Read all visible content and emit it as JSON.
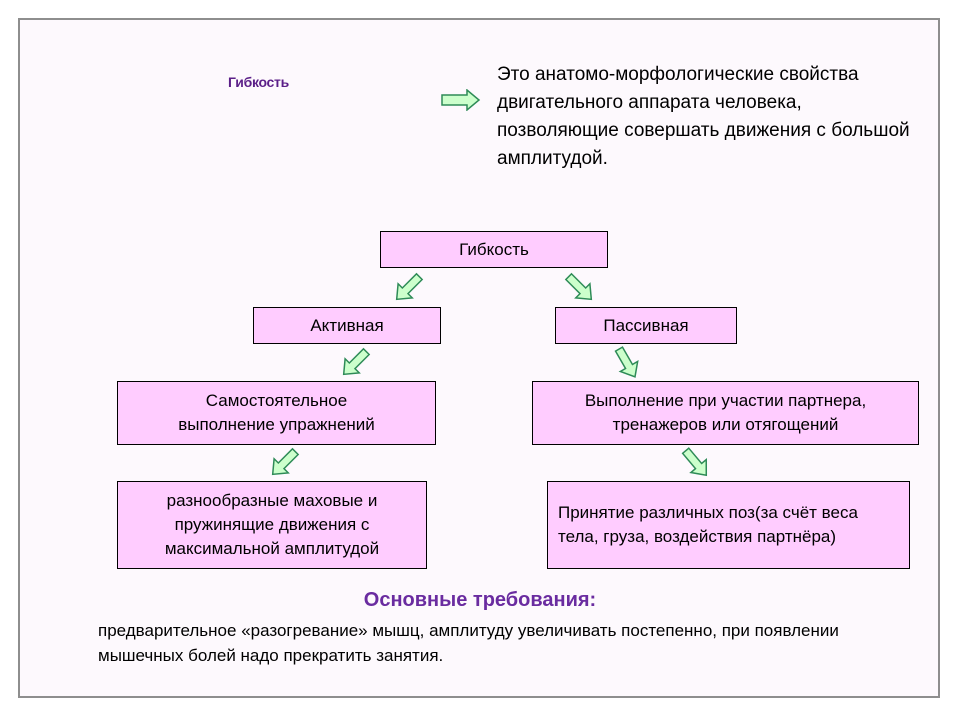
{
  "heading": "Гибкость",
  "definition": "Это анатомо-морфологические свойства двигательного аппарата человека, позволяющие совершать движения с большой амплитудой.",
  "diagram": {
    "root": "Гибкость",
    "active": "Активная",
    "passive": "Пассивная",
    "active_desc": "Самостоятельное выполнение упражнений",
    "passive_desc": "Выполнение при участии партнера, тренажеров или отягощений",
    "active_example": "разнообразные маховые и пружинящие движения с максимальной амплитудой",
    "passive_example": "Принятие различных поз(за счёт веса тела, груза, воздействия партнёра)"
  },
  "requirements": {
    "title": "Основные требования:",
    "text": "предварительное «разогревание» мышц, амплитуду увеличивать постепенно, при появлении мышечных болей надо прекратить занятия."
  },
  "colors": {
    "box_fill": "#ffccff",
    "arrow_fill": "#ccffcc",
    "arrow_stroke": "#2e8b57",
    "heading_color": "#5b1f88",
    "requirements_title_color": "#6a2ca0",
    "panel_fill": "#fdf9fd",
    "panel_border": "#8e8e8e"
  }
}
